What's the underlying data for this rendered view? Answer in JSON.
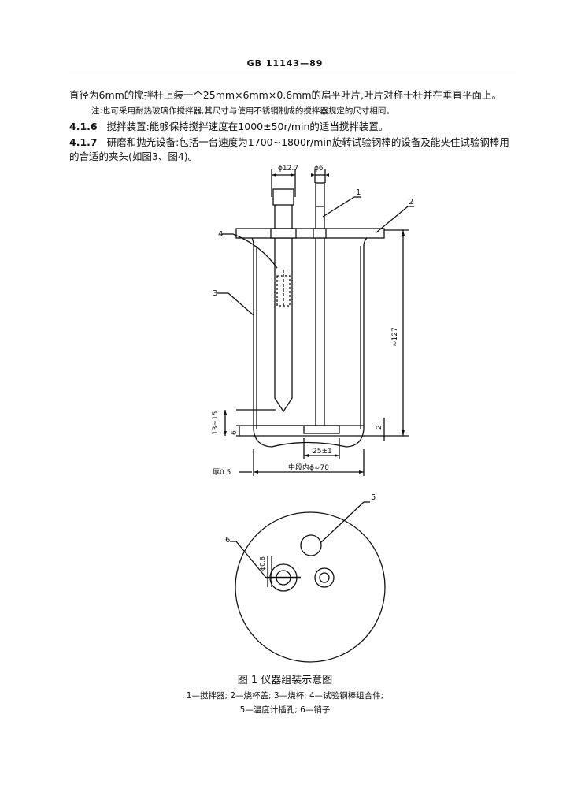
{
  "header": {
    "std_number": "GB 11143—89"
  },
  "paragraphs": {
    "p1": "直径为6mm的搅拌杆上装一个25mm×6mm×0.6mm的扁平叶片,叶片对称于杆并在垂直平面上。",
    "note": "注:也可采用耐热玻璃作搅拌器,其尺寸与使用不锈钢制成的搅拌器规定的尺寸相同。",
    "c416_no": "4.1.6",
    "c416_text": "搅拌装置:能够保持搅拌速度在1000±50r/min的适当搅拌装置。",
    "c417_no": "4.1.7",
    "c417_line1": "研磨和抛光设备:包括一台速度为1700~1800r/min旋转试验钢棒的设备及能夹住试验钢棒用",
    "c417_line2": "的合适的夹头(如图3、图4)。"
  },
  "figure": {
    "dims": {
      "d_rod": "ϕ12.7",
      "d_stir": "ϕ6",
      "height": "≈127",
      "gap": "13~15",
      "six": "6",
      "two": "2",
      "blade": "25±1",
      "thickness": "厚0.5",
      "inner": "中段内ϕ≈70",
      "pin": "ϕ0.8"
    },
    "callouts": {
      "c1": "1",
      "c2": "2",
      "c3": "3",
      "c4": "4",
      "c5": "5",
      "c6": "6"
    },
    "caption": "图 1  仪器组装示意图",
    "legend_line1": "1—搅拌器; 2—烧杯盖; 3—烧杯; 4—试验钢棒组合件;",
    "legend_line2": "5—温度计插孔; 6—销子"
  }
}
